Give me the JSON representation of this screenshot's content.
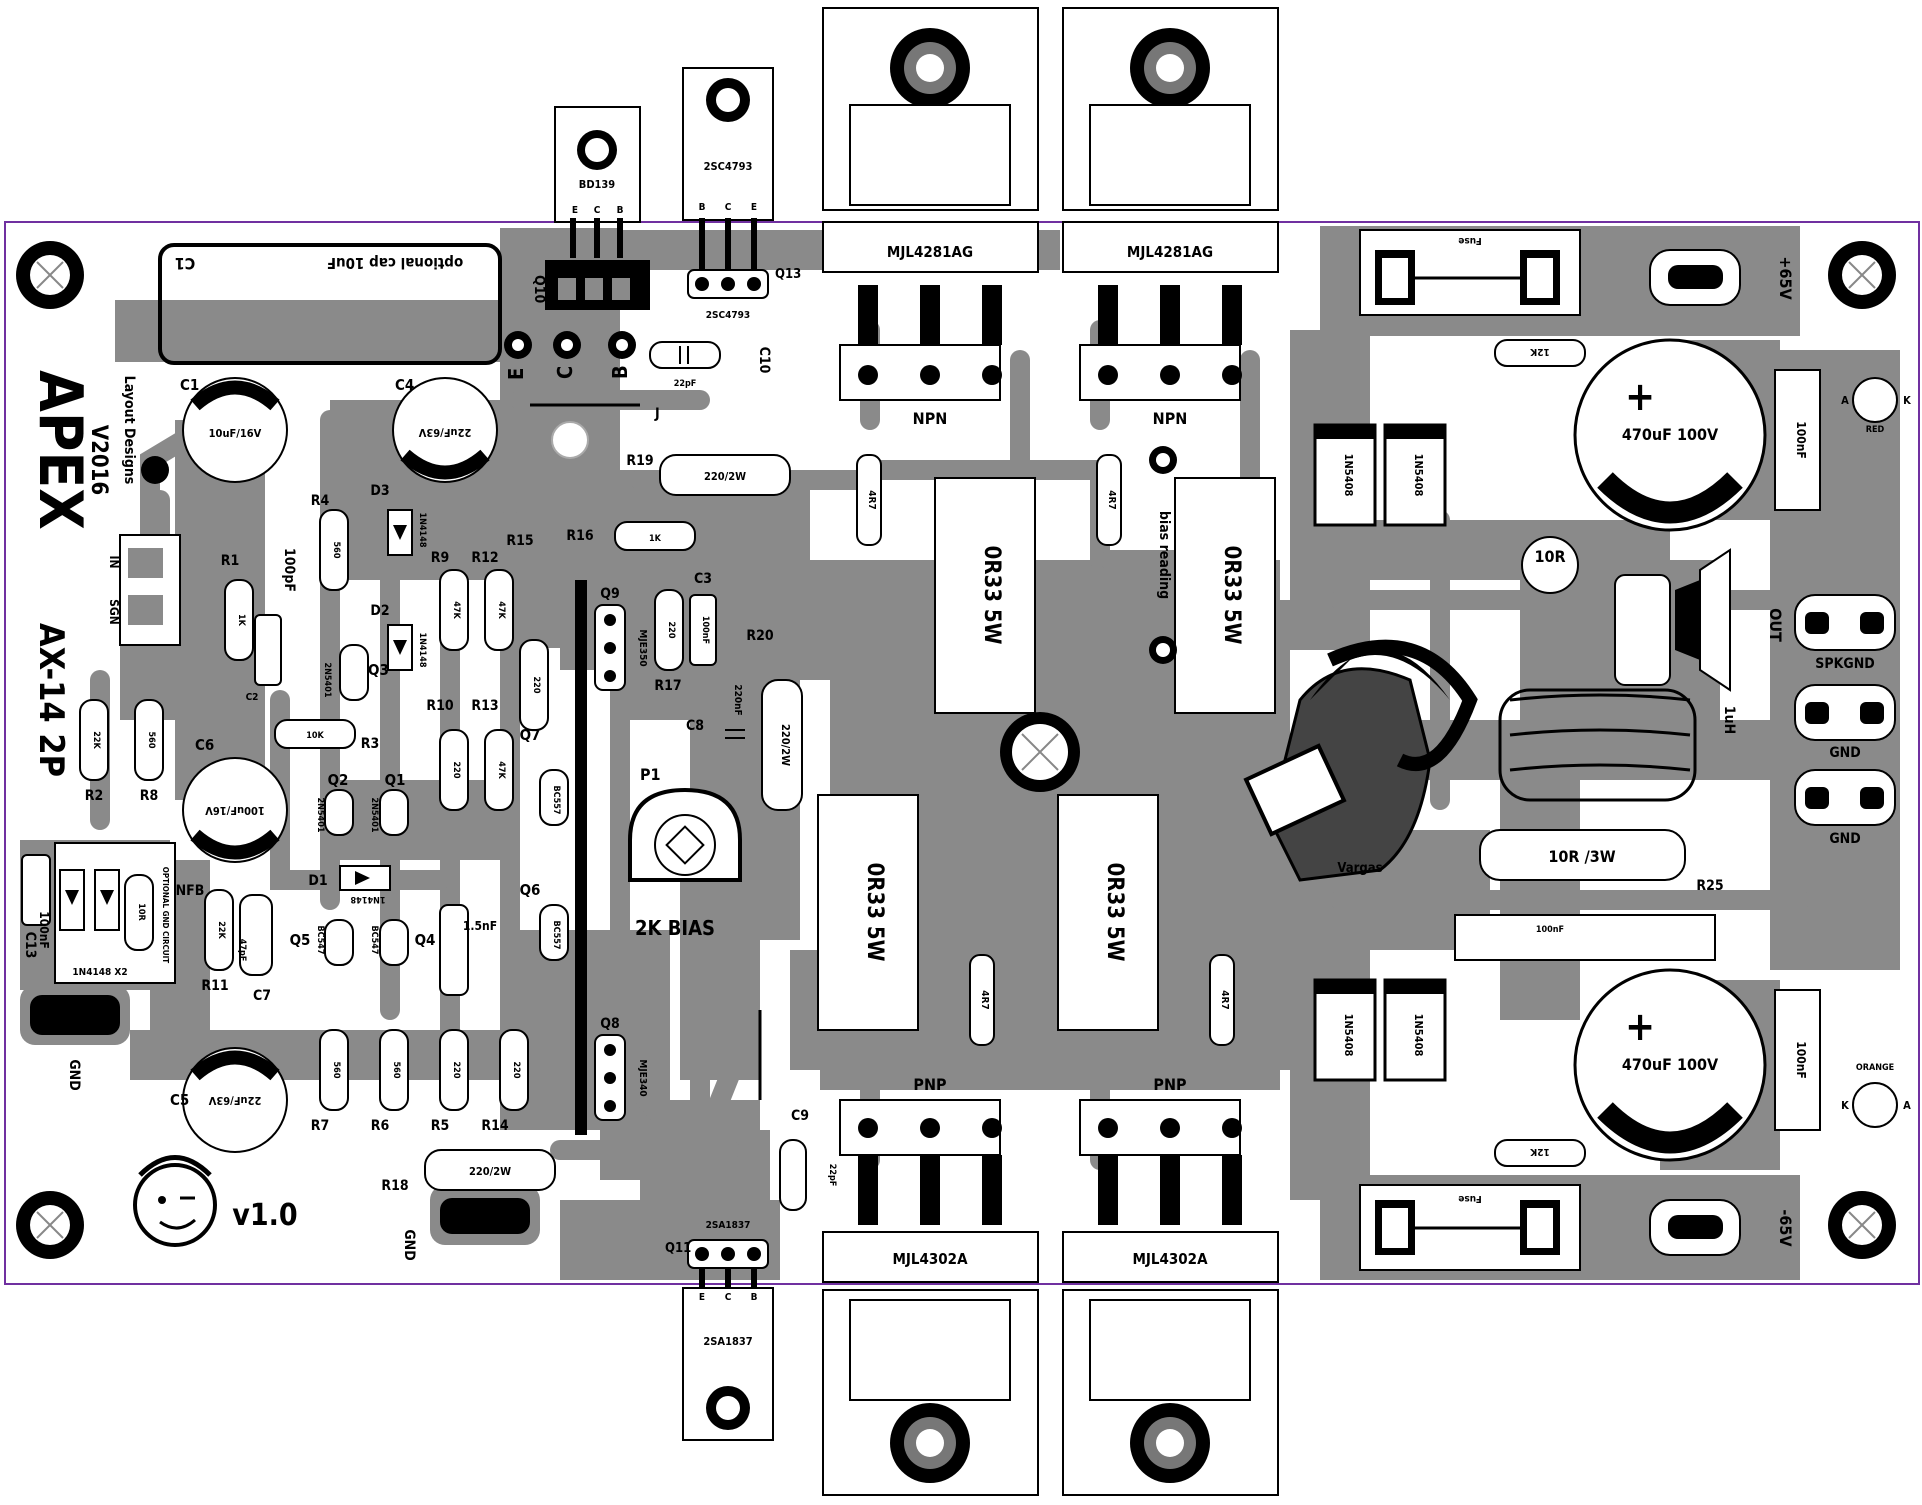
{
  "board": {
    "brand": "APEX",
    "model": "AX-14 2P",
    "year": "V2016",
    "maker": "Layout Designs",
    "version": "v1.0",
    "artist": "Vargas",
    "input_in": "IN",
    "input_sgn": "SGN",
    "gnd": "GND",
    "spkgnd": "SPKGND",
    "out": "OUT",
    "bias": "2K BIAS",
    "bias_pot": "P1",
    "bias_reading": "bias reading",
    "nfb": "NFB",
    "optional_gnd": "OPTIONAL GND CIRCUIT",
    "optional_cap": "optional cap 10uF",
    "diodes_note": "1N4148 X2",
    "vplus": "+65V",
    "vminus": "-65V",
    "fuse": "Fuse",
    "led_red": "RED",
    "led_orange": "ORANGE",
    "anode": "A",
    "cathode": "K",
    "npn": "NPN",
    "pnp": "PNP",
    "pin_b": "B",
    "pin_c": "C",
    "pin_e": "E",
    "jumper": "J"
  },
  "packages": {
    "bd139": "BD139",
    "q10": "Q10",
    "q13": "Q13",
    "q11": "Q11",
    "sc4793": "2SC4793",
    "sa1837": "2SA1837",
    "mjl4281": "MJL4281AG",
    "mjl4302": "MJL4302A"
  },
  "components": {
    "c1": "C1",
    "c1v": "10uF/16V",
    "c4": "C4",
    "c4v": "22uF/63V",
    "c5": "C5",
    "c5v": "22uF/63V",
    "c6": "C6",
    "c6v": "100uF/16V",
    "c10": "C10",
    "c10v": "22pF",
    "c9": "C9",
    "c9v": "22pF",
    "c3": "C3",
    "c3v": "100nF",
    "c8": "C8",
    "c8v": "220nF",
    "c2": "C2",
    "c2v": "100pF",
    "c7": "C7",
    "c7v": "47pF",
    "c13": "C13",
    "c13v": "100nF",
    "c15n": "1.5nF",
    "main_cap": "470uF 100V",
    "cap100n": "100nF",
    "r1": "R1",
    "r1v": "1K",
    "r2": "R2",
    "r2v": "22K",
    "r3": "R3",
    "r3v": "10K",
    "r4": "R4",
    "r4v": "560",
    "r5": "R5",
    "r5v": "220",
    "r6": "R6",
    "r6v": "560",
    "r7": "R7",
    "r7v": "560",
    "r8": "R8",
    "r8v": "560",
    "r9": "R9",
    "r9v": "47K",
    "r10": "R10",
    "r10v": "220",
    "r11": "R11",
    "r11v": "22K",
    "r12": "R12",
    "r12v": "47K",
    "r13": "R13",
    "r13v": "47K",
    "r14": "R14",
    "r14v": "220",
    "r15": "R15",
    "r15v": "220",
    "r16": "R16",
    "r16v": "1K",
    "r17": "R17",
    "r17v": "220",
    "r18": "R18",
    "r18v": "220/2W",
    "r19": "R19",
    "r19v": "220/2W",
    "r20": "R20",
    "r20v": "220/2W",
    "r25": "R25",
    "r25v": "10R /3W",
    "r10ohm": "10R",
    "r12k": "12K",
    "r4r7": "4R7",
    "or33": "0R33 5W",
    "d1": "D1",
    "d2": "D2",
    "d3": "D3",
    "d1n4148": "1N4148",
    "d1n5408": "1N5408",
    "q1": "Q1",
    "q2": "Q2",
    "q3": "Q3",
    "q4": "Q4",
    "q5": "Q5",
    "q6": "Q6",
    "q7": "Q7",
    "q8": "Q8",
    "q9": "Q9",
    "n2n5401": "2N5401",
    "bc547": "BC547",
    "bc557": "BC557",
    "mje350": "MJE350",
    "mje340": "MJE340",
    "inductor": "1uH"
  }
}
